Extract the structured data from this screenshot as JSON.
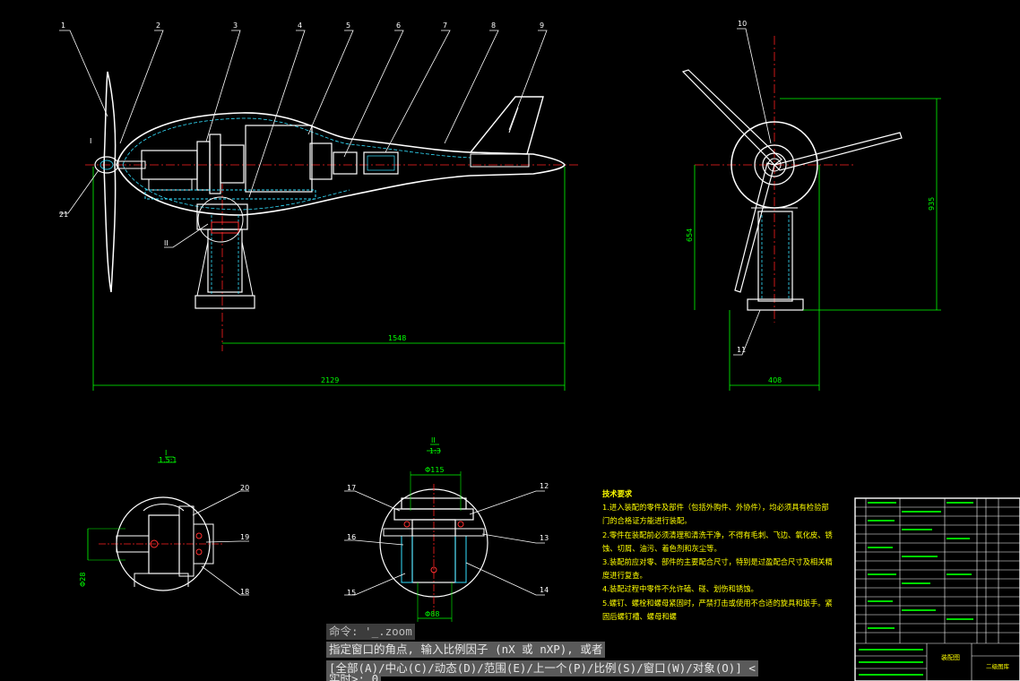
{
  "drawing": {
    "part_numbers": [
      "1",
      "2",
      "3",
      "4",
      "5",
      "6",
      "7",
      "8",
      "9",
      "10",
      "11",
      "12",
      "13",
      "14",
      "15",
      "16",
      "17",
      "18",
      "19",
      "20",
      "21"
    ],
    "dimensions": {
      "overall_length": "2129",
      "tower_offset": "1548",
      "side_height": "654",
      "side_top_height": "935",
      "side_width": "408",
      "detail_diameter_top": "Φ115",
      "detail_diameter_bottom": "Φ88",
      "detail_diameter_left": "Φ28"
    },
    "section_labels": {
      "view_I": "I",
      "view_II": "II",
      "detail_I_title": "I",
      "detail_I_scale": "1.5:1",
      "detail_II_title": "II",
      "detail_II_scale": "1:3"
    },
    "tech_requirements": {
      "title": "技术要求",
      "items": [
        "1.进入装配的零件及部件（包括外购件、外协件），均必须具有检验部门的合格证方能进行装配。",
        "2.零件在装配前必须清理和清洗干净，不得有毛刺、飞边、氧化皮、锈蚀、切屑、油污、着色剂和灰尘等。",
        "3.装配前应对零、部件的主要配合尺寸，特别是过盈配合尺寸及相关精度进行复查。",
        "4.装配过程中零件不允许磕、碰、划伤和锈蚀。",
        "5.螺钉、螺栓和螺母紧固时，严禁打击或使用不合适的旋具和扳手。紧固后螺钉槽、螺母和螺"
      ]
    },
    "title_block": {
      "drawing_name": "装配图",
      "company": "二级图库"
    }
  },
  "command_line": {
    "history": "命令: '_.zoom",
    "prompt": "指定窗口的角点, 输入比例因子 (nX 或 nXP), 或者",
    "options": "[全部(A)/中心(C)/动态(D)/范围(E)/上一个(P)/比例(S)/窗口(W)/对象(O)] <",
    "realtime": "实时>: 0"
  }
}
